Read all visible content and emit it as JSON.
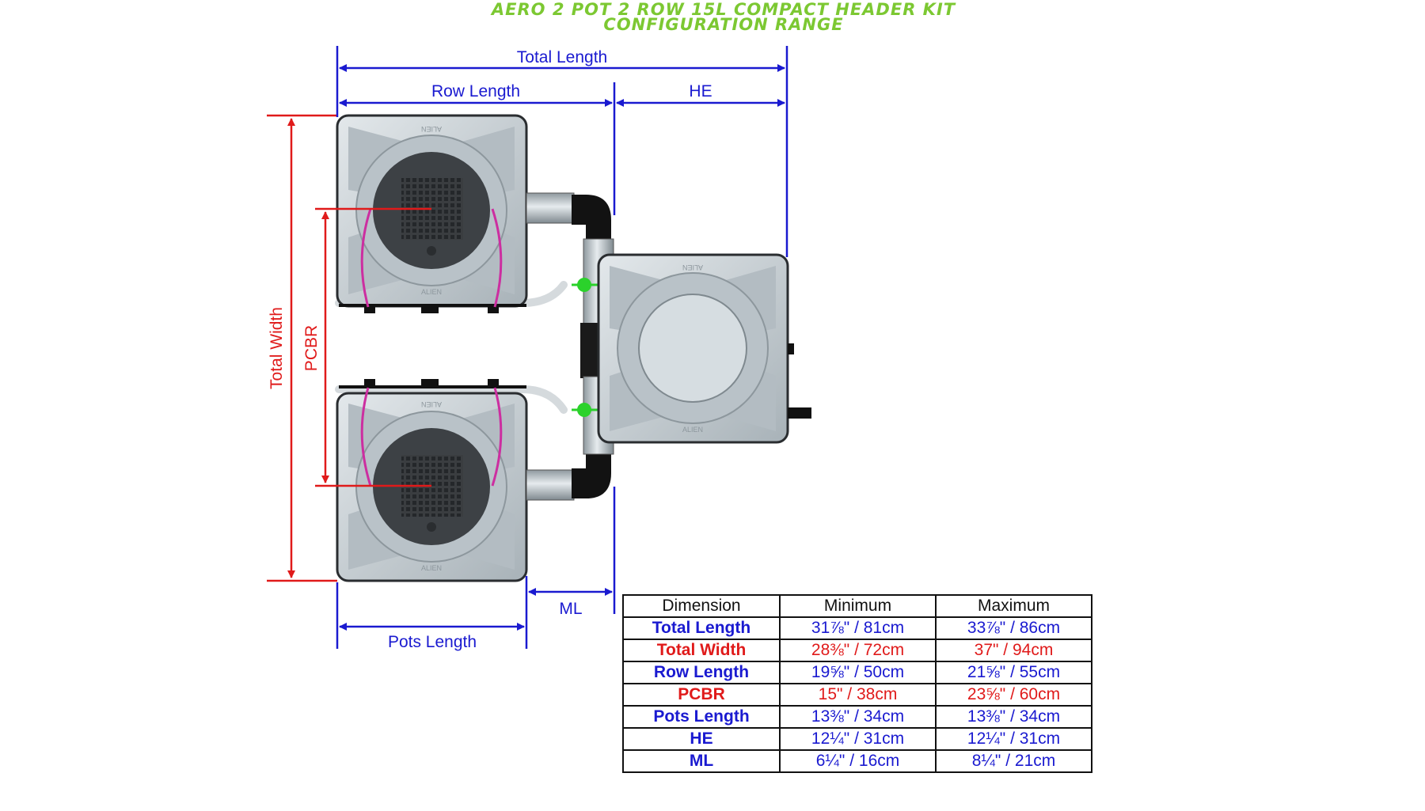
{
  "title": {
    "line1": "AERO 2 POT 2 ROW 15L COMPACT HEADER KIT",
    "line2": "CONFIGURATION RANGE"
  },
  "dimension_labels": {
    "total_length": "Total Length",
    "row_length": "Row Length",
    "he": "HE",
    "total_width": "Total Width",
    "pcbr": "PCBR",
    "ml": "ML",
    "pots_length": "Pots Length"
  },
  "pot_brand": "ALIEN",
  "colors": {
    "title": "#7cc832",
    "blue_dimension": "#1a1ad0",
    "red_dimension": "#e01a1a",
    "pot_body": "#c4cdd3",
    "pipe": "#111111",
    "tube": "#cc2ea0",
    "valve": "#2bd22b"
  },
  "table": {
    "headers": [
      "Dimension",
      "Minimum",
      "Maximum"
    ],
    "rows": [
      {
        "label": "Total Length",
        "min": "31⅞\" / 81cm",
        "max": "33⅞\" / 86cm",
        "color": "blue"
      },
      {
        "label": "Total Width",
        "min": "28⅜\" / 72cm",
        "max": "37\" / 94cm",
        "color": "red"
      },
      {
        "label": "Row Length",
        "min": "19⅝\" / 50cm",
        "max": "21⅝\" / 55cm",
        "color": "blue"
      },
      {
        "label": "PCBR",
        "min": "15\" / 38cm",
        "max": "23⅝\" / 60cm",
        "color": "red"
      },
      {
        "label": "Pots Length",
        "min": "13⅜\" / 34cm",
        "max": "13⅜\" / 34cm",
        "color": "blue"
      },
      {
        "label": "HE",
        "min": "12¼\" / 31cm",
        "max": "12¼\" / 31cm",
        "color": "blue"
      },
      {
        "label": "ML",
        "min": "6¼\" / 16cm",
        "max": "8¼\" / 21cm",
        "color": "blue"
      }
    ]
  }
}
